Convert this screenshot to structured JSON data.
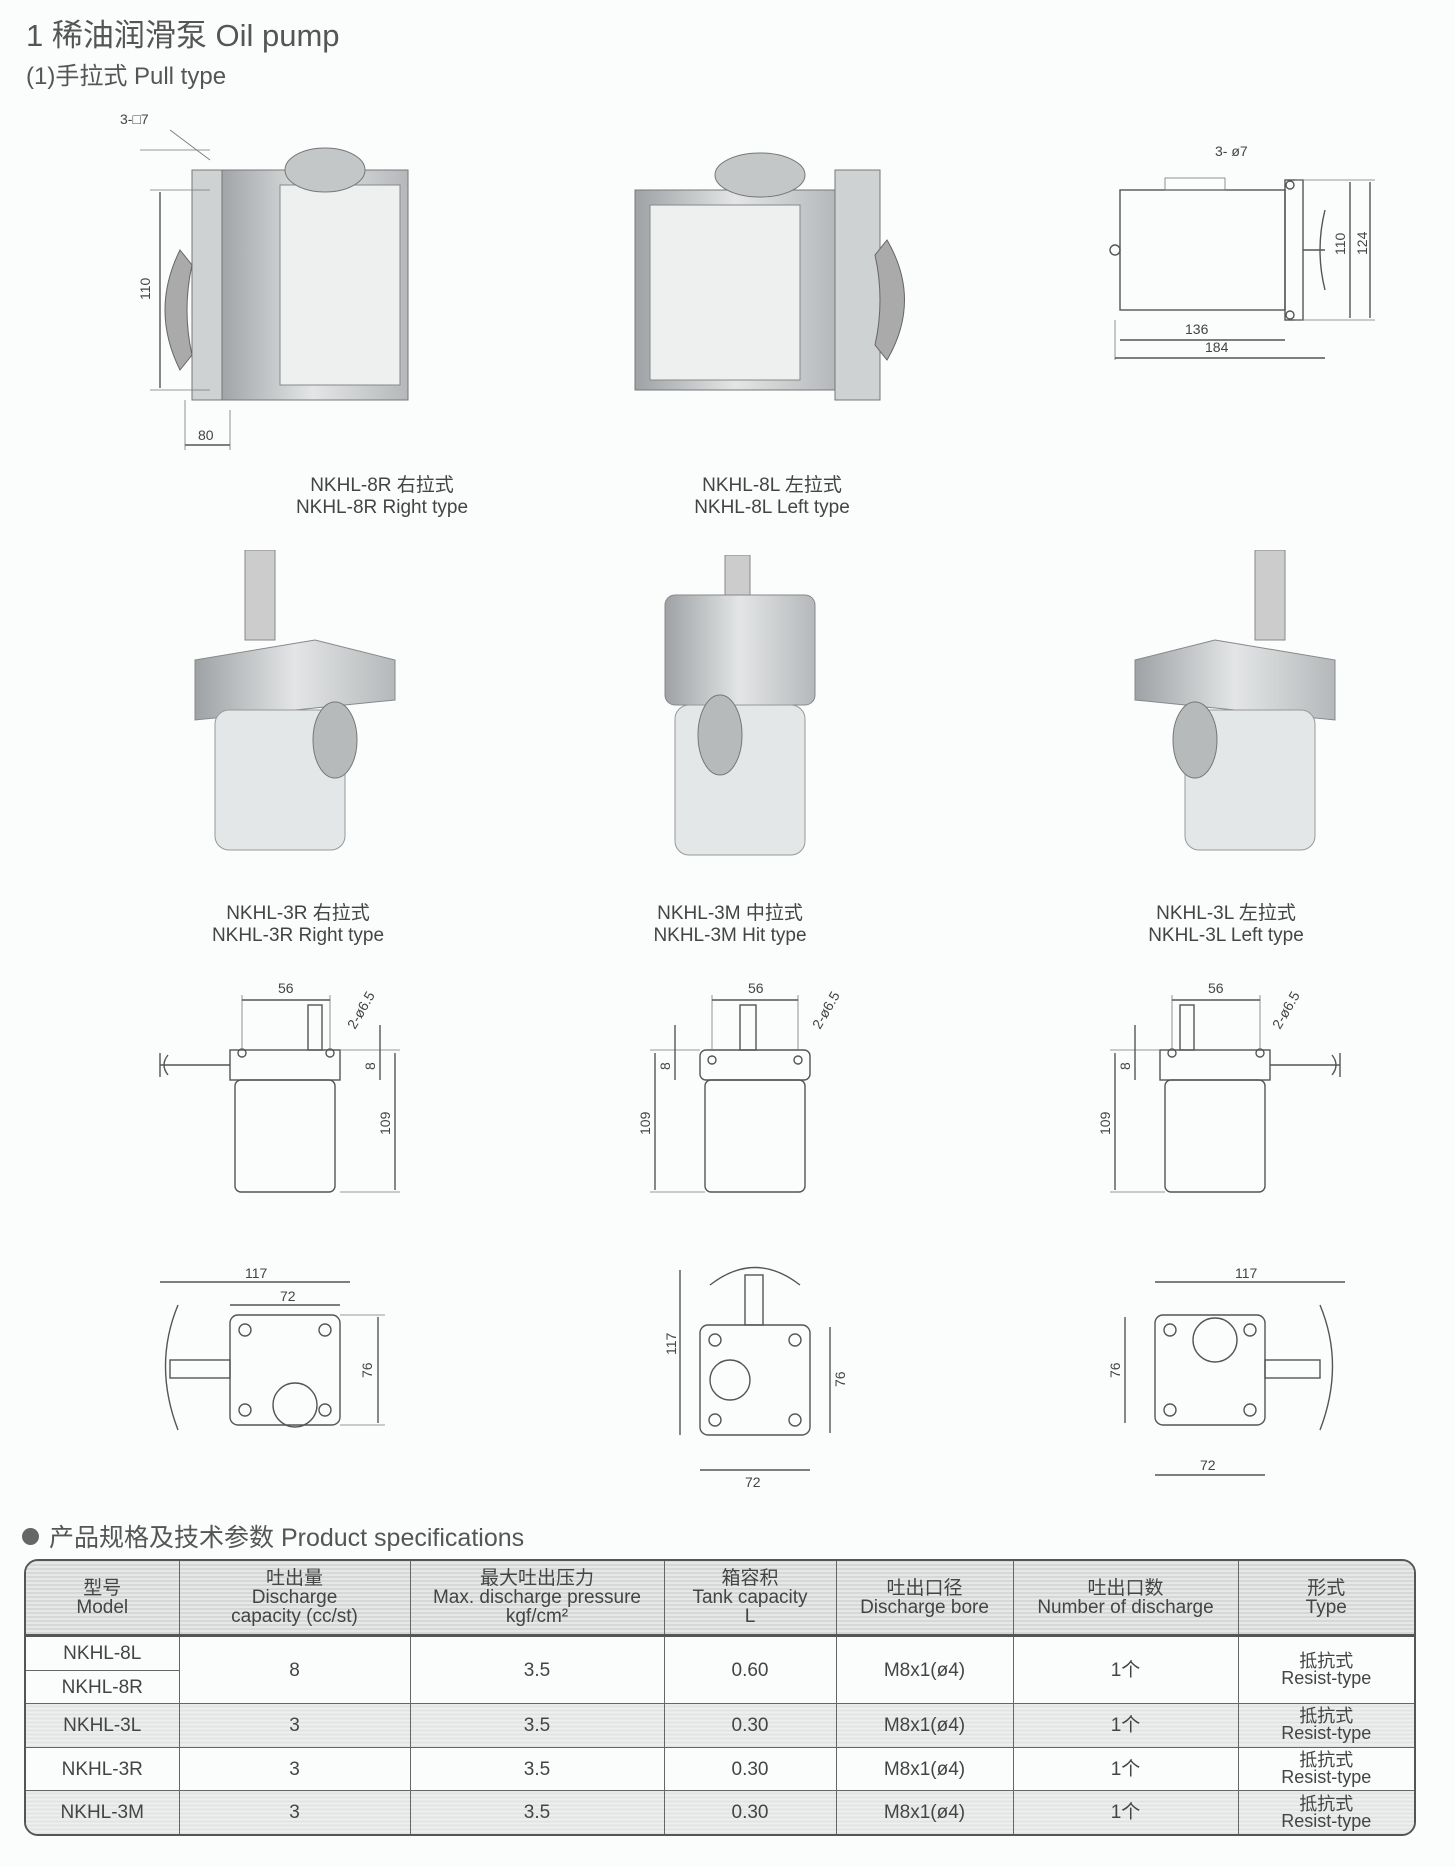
{
  "header": {
    "title": "1 稀油润滑泵  Oil pump",
    "subtitle": "(1)手拉式  Pull type"
  },
  "products": [
    {
      "cn": "NKHL-8R 右拉式",
      "en": "NKHL-8R Right type"
    },
    {
      "cn": "NKHL-8L 左拉式",
      "en": "NKHL-8L Left type"
    },
    {
      "cn": "NKHL-3R 右拉式",
      "en": "NKHL-3R Right type"
    },
    {
      "cn": "NKHL-3M 中拉式",
      "en": "NKHL-3M Hit type"
    },
    {
      "cn": "NKHL-3L 左拉式",
      "en": "NKHL-3L Left type"
    }
  ],
  "dims": {
    "photo8r": {
      "holes": "3-□7",
      "height": "110",
      "depth": "80"
    },
    "side8": {
      "holes": "3- ø7",
      "h1": "110",
      "h2": "124",
      "w1": "136",
      "w2": "184"
    },
    "front3": {
      "w": "56",
      "holes": "2-ø6.5",
      "top": "8",
      "h": "109"
    },
    "top3": {
      "w1": "117",
      "w2": "72",
      "h": "76"
    }
  },
  "specs": {
    "heading": "产品规格及技术参数 Product specifications",
    "columns": [
      {
        "cn": "型号",
        "en": "Model"
      },
      {
        "cn": "吐出量",
        "en": "Discharge",
        "en2": "capacity (cc/st)"
      },
      {
        "cn": "最大吐出压力",
        "en": "Max. discharge pressure",
        "en2": "kgf/cm²"
      },
      {
        "cn": "箱容积",
        "en": "Tank capacity",
        "en2": "L"
      },
      {
        "cn": "吐出口径",
        "en": "Discharge bore"
      },
      {
        "cn": "吐出口数",
        "en": "Number of discharge"
      },
      {
        "cn": "形式",
        "en": "Type"
      }
    ],
    "rows": [
      {
        "models": [
          "NKHL-8L",
          "NKHL-8R"
        ],
        "capacity": "8",
        "pressure": "3.5",
        "tank": "0.60",
        "bore": "M8x1(ø4)",
        "count": "1个",
        "type_cn": "抵抗式",
        "type_en": "Resist-type"
      },
      {
        "models": [
          "NKHL-3L"
        ],
        "capacity": "3",
        "pressure": "3.5",
        "tank": "0.30",
        "bore": "M8x1(ø4)",
        "count": "1个",
        "type_cn": "抵抗式",
        "type_en": "Resist-type"
      },
      {
        "models": [
          "NKHL-3R"
        ],
        "capacity": "3",
        "pressure": "3.5",
        "tank": "0.30",
        "bore": "M8x1(ø4)",
        "count": "1个",
        "type_cn": "抵抗式",
        "type_en": "Resist-type"
      },
      {
        "models": [
          "NKHL-3M"
        ],
        "capacity": "3",
        "pressure": "3.5",
        "tank": "0.30",
        "bore": "M8x1(ø4)",
        "count": "1个",
        "type_cn": "抵抗式",
        "type_en": "Resist-type"
      }
    ]
  }
}
